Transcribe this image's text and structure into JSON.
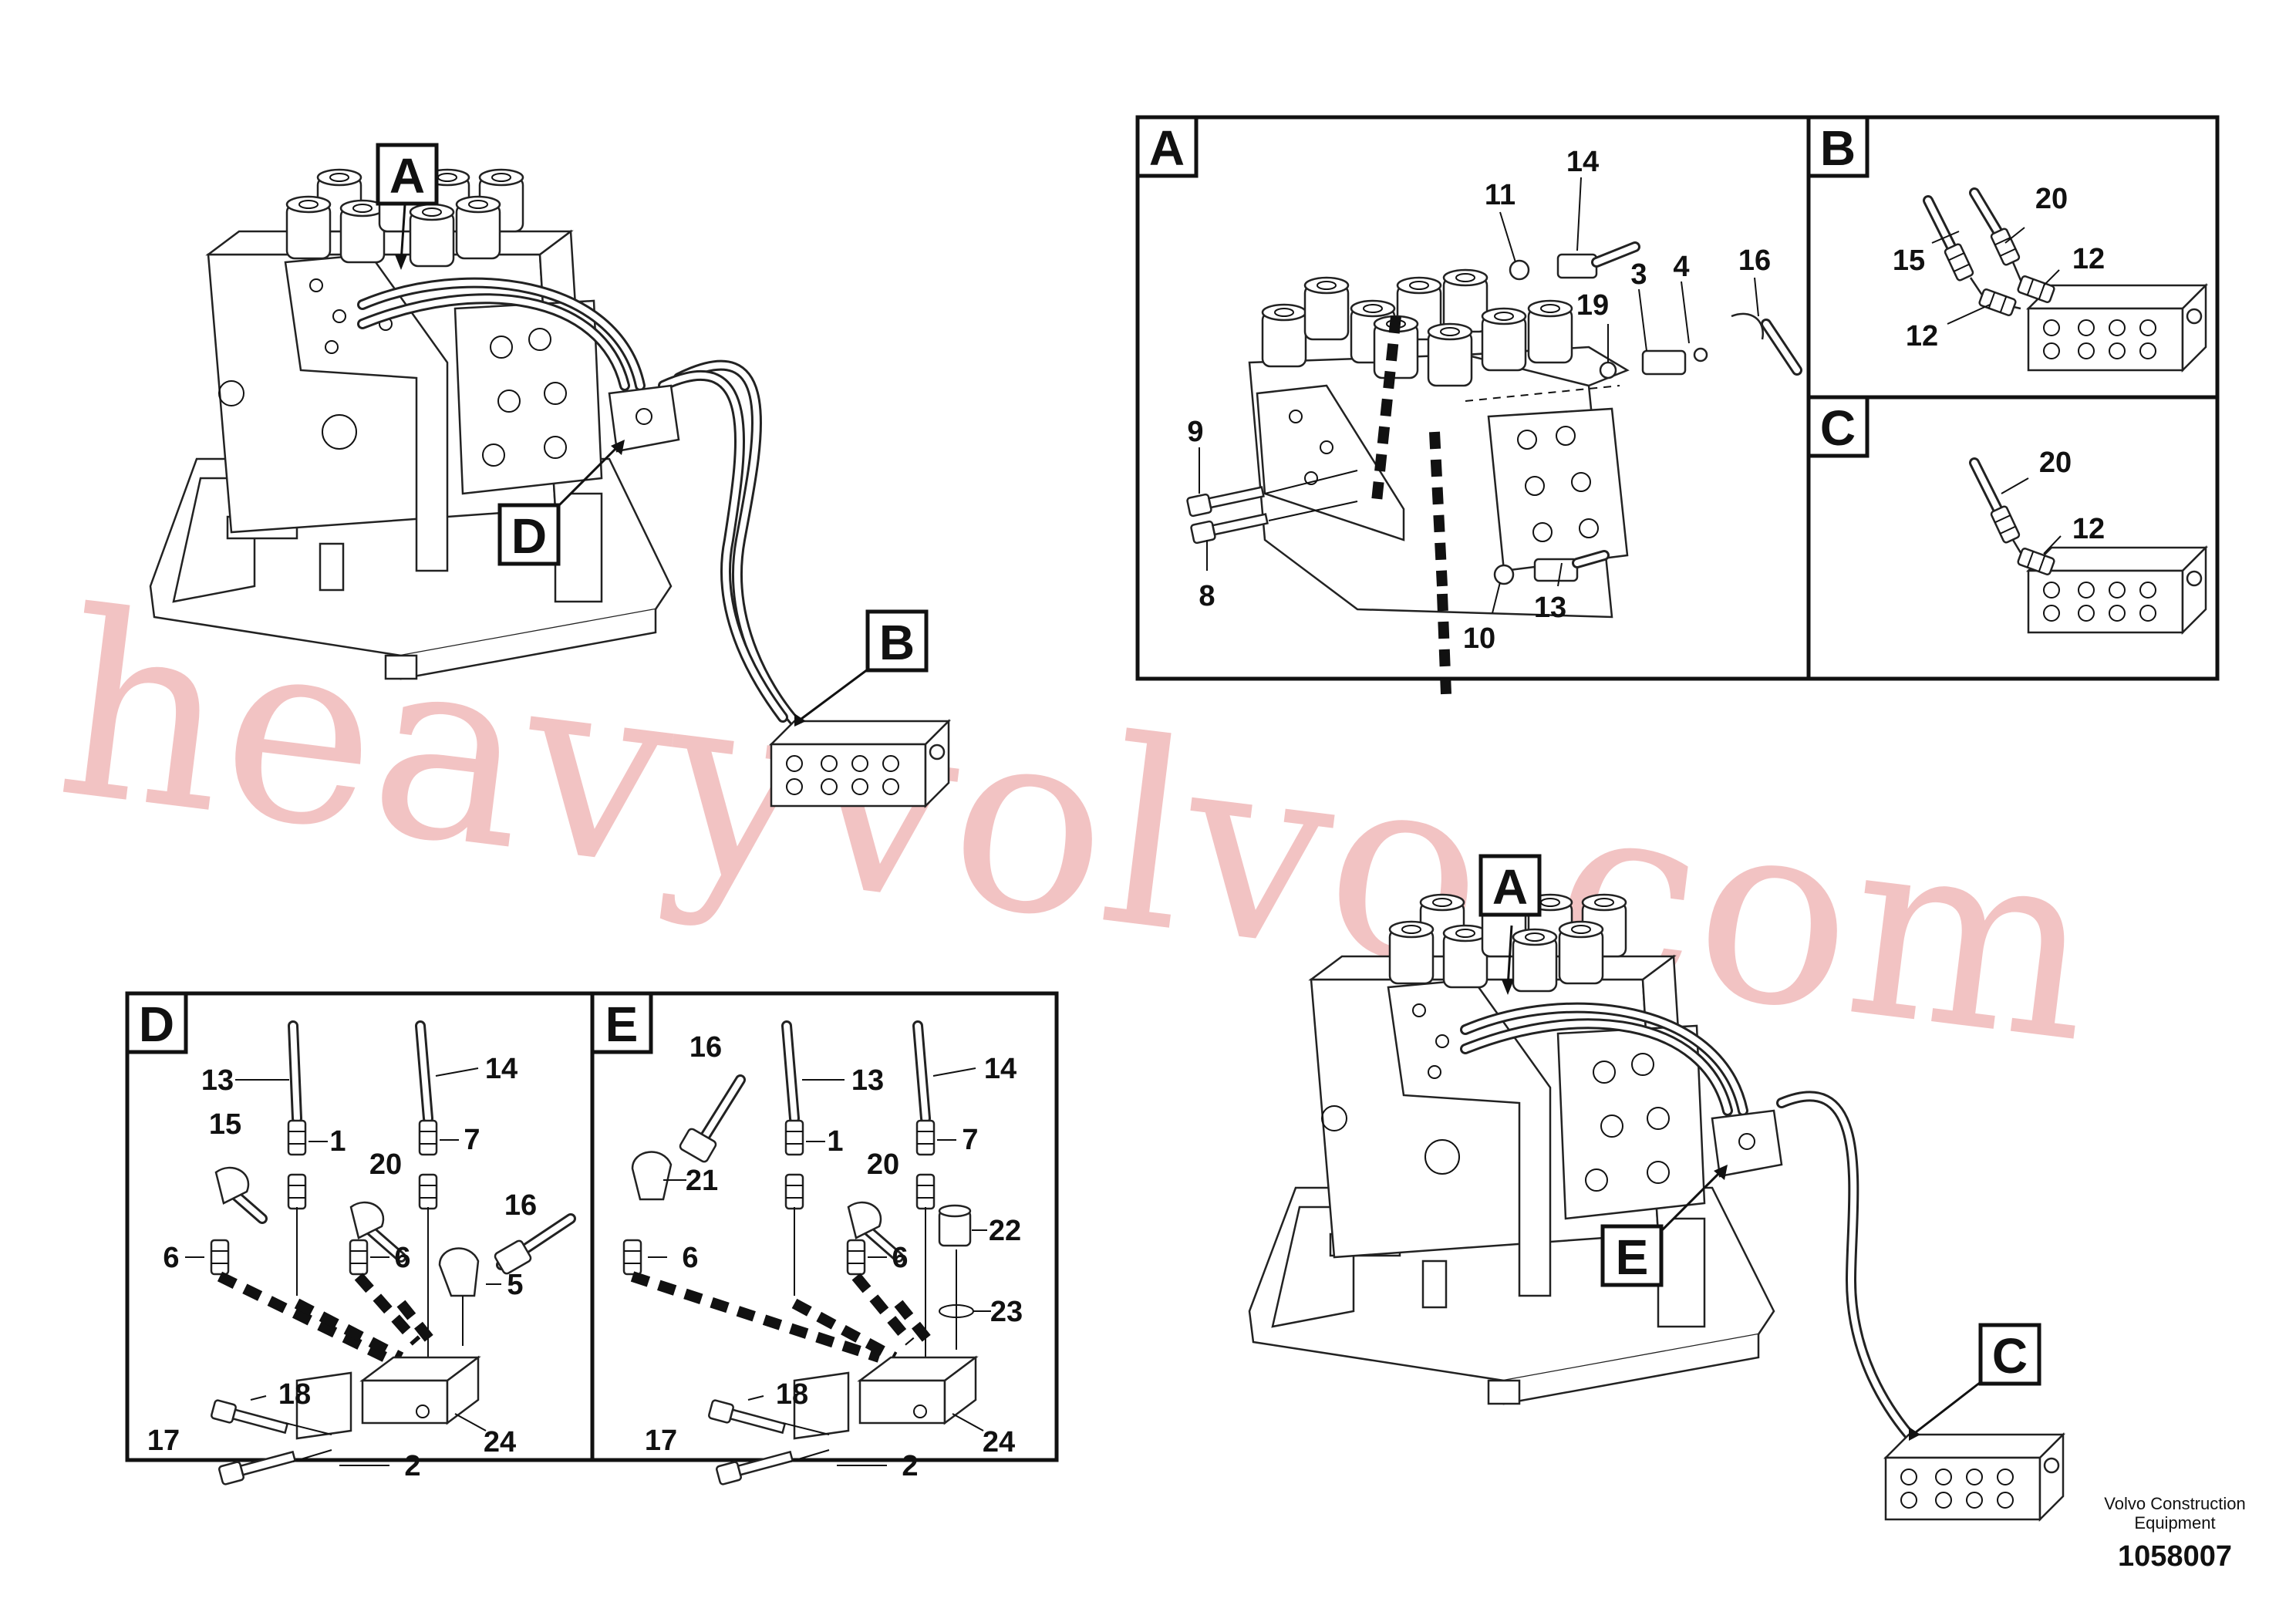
{
  "callouts": {
    "overview1_a": "A",
    "overview1_b": "B",
    "overview1_d": "D",
    "overview2_a": "A",
    "overview2_c": "C",
    "overview2_e": "E"
  },
  "panels": {
    "a": {
      "tag": "A",
      "parts": [
        "11",
        "14",
        "3",
        "4",
        "16",
        "19",
        "9",
        "8",
        "10",
        "13"
      ]
    },
    "b": {
      "tag": "B",
      "parts": [
        "15",
        "20",
        "12",
        "12"
      ]
    },
    "c": {
      "tag": "C",
      "parts": [
        "20",
        "12"
      ]
    },
    "d": {
      "tag": "D",
      "parts": [
        "13",
        "14",
        "15",
        "1",
        "20",
        "7",
        "16",
        "6",
        "6",
        "5",
        "18",
        "17",
        "2",
        "24"
      ]
    },
    "e": {
      "tag": "E",
      "parts": [
        "16",
        "13",
        "14",
        "21",
        "1",
        "20",
        "7",
        "6",
        "6",
        "22",
        "23",
        "18",
        "17",
        "2",
        "24"
      ]
    }
  },
  "watermark": "heavyvolvo.com",
  "footer": {
    "company_line1": "Volvo Construction",
    "company_line2": "Equipment",
    "drawing_number": "1058007"
  }
}
